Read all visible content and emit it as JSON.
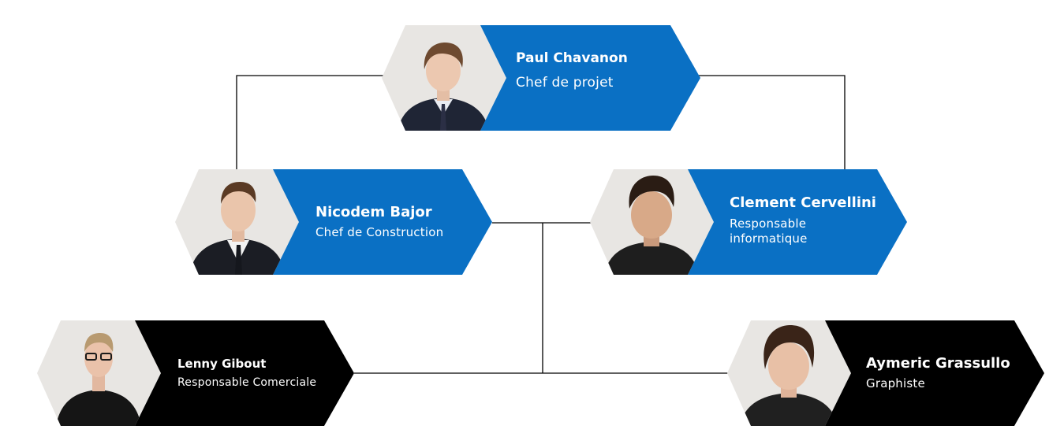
{
  "colors": {
    "accent_blue": "#0a70c4",
    "dark": "#000000",
    "text": "#ffffff",
    "line": "#000000",
    "photo_bg": "#e8e6e3"
  },
  "nodes": [
    {
      "id": "paul",
      "name": "Paul Chavanon",
      "role": "Chef de projet",
      "style": "blue",
      "hair": "#6e4a30",
      "suit": "#1f2535",
      "shirt": "#e9ecf2"
    },
    {
      "id": "nicodem",
      "name": "Nicodem Bajor",
      "role": "Chef de Construction",
      "style": "blue",
      "hair": "#5a3a24",
      "suit": "#1b1d24",
      "shirt": "#f2f2f2"
    },
    {
      "id": "clement",
      "name": "Clement Cervellini",
      "role": "Responsable informatique",
      "style": "blue",
      "hair": "#2a1c14",
      "suit": "#1e1e1e",
      "shirt": "#1e1e1e"
    },
    {
      "id": "lenny",
      "name": "Lenny Gibout",
      "role": "Responsable Comerciale",
      "style": "dark",
      "hair": "#b89a70",
      "suit": "#151515",
      "shirt": "#151515"
    },
    {
      "id": "aymeric",
      "name": "Aymeric Grassullo",
      "role": "Graphiste",
      "style": "dark",
      "hair": "#3a2418",
      "suit": "#202020",
      "shirt": "#202020"
    }
  ]
}
